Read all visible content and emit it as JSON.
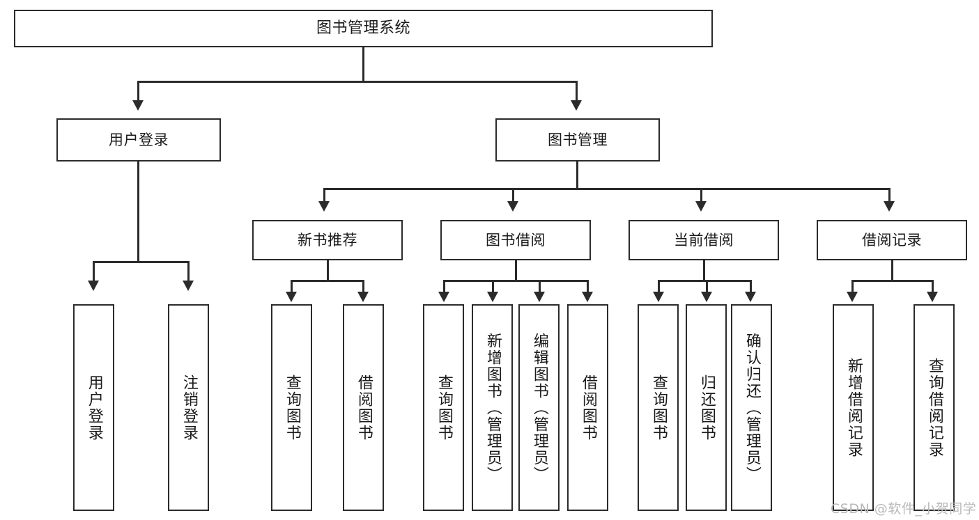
{
  "diagram": {
    "title": "图书管理系统",
    "type": "功能结构图",
    "watermark": "CSDN @软件_小贺同学",
    "colors": {
      "box_border": "#2b2b2b",
      "box_fill": "#ffffff",
      "connector": "#2b2b2b",
      "text": "#1a1a1a",
      "watermark": "#b9b9b9",
      "background": "#ffffff"
    }
  },
  "nodes": {
    "root": {
      "label": "图书管理系统"
    },
    "level2": [
      {
        "label": "用户登录"
      },
      {
        "label": "图书管理"
      }
    ],
    "level3": [
      {
        "label": "新书推荐"
      },
      {
        "label": "图书借阅"
      },
      {
        "label": "当前借阅"
      },
      {
        "label": "借阅记录"
      }
    ],
    "leaves": {
      "user_login": [
        {
          "label": "用户登录"
        },
        {
          "label": "注销登录"
        }
      ],
      "new_book": [
        {
          "label": "查询图书"
        },
        {
          "label": "借阅图书"
        }
      ],
      "book_borrow": [
        {
          "label": "查询图书"
        },
        {
          "label": "新增图书（管理员）"
        },
        {
          "label": "编辑图书（管理员）"
        },
        {
          "label": "借阅图书"
        }
      ],
      "current_borrow": [
        {
          "label": "查询图书"
        },
        {
          "label": "归还图书"
        },
        {
          "label": "确认归还（管理员）"
        }
      ],
      "borrow_record": [
        {
          "label": "新增借阅记录"
        },
        {
          "label": "查询借阅记录"
        }
      ]
    }
  }
}
